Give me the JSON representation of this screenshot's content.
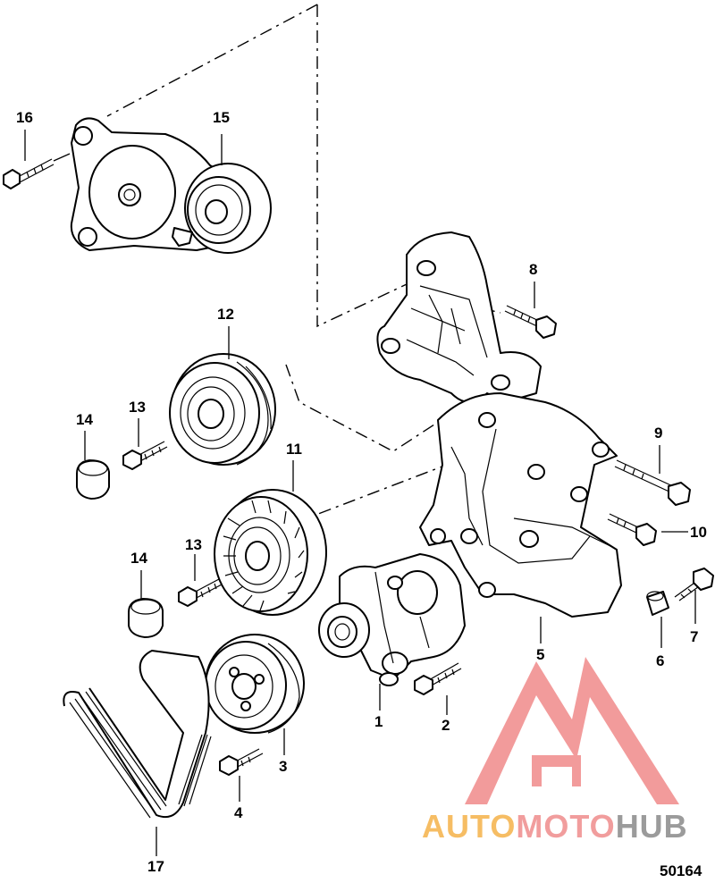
{
  "diagram": {
    "reference_number": "50164",
    "callouts": [
      "1",
      "2",
      "3",
      "4",
      "5",
      "6",
      "7",
      "8",
      "9",
      "10",
      "11",
      "12",
      "13",
      "13",
      "14",
      "14",
      "15",
      "16",
      "17"
    ]
  },
  "watermark": {
    "part1": "AUTO",
    "part2": "MOTO",
    "part3": "HUB",
    "colors": {
      "auto": "#f5b24a",
      "moto": "#ef8c8c",
      "hub": "#8a8a8a",
      "logo": "#f08a8a"
    }
  }
}
